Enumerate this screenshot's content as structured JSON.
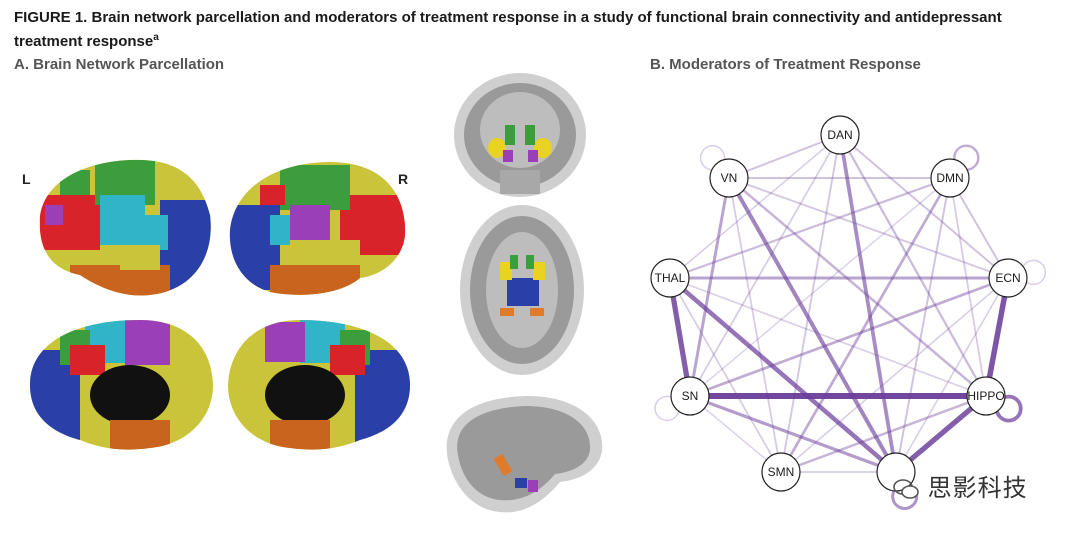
{
  "figure": {
    "title_line1": "FIGURE 1.  Brain network parcellation and moderators of treatment response in a study of functional brain connectivity and antidepressant",
    "title_line2": "treatment response",
    "title_superscript": "a"
  },
  "panel_a": {
    "label": "A. Brain Network Parcellation",
    "left_label": "L",
    "right_label": "R"
  },
  "panel_b": {
    "label": "B. Moderators of Treatment Response"
  },
  "network_colors": {
    "network_a": "#2b3fa8",
    "network_b": "#c9c43a",
    "network_c": "#d8232a",
    "network_d": "#2fb4c8",
    "network_e": "#9b3fb8",
    "network_f": "#3c9d3c",
    "network_g": "#c8641e"
  },
  "graph": {
    "nodes": [
      {
        "id": "DAN",
        "label": "DAN"
      },
      {
        "id": "DMN",
        "label": "DMN"
      },
      {
        "id": "ECN",
        "label": "ECN"
      },
      {
        "id": "HIPPO",
        "label": "HIPPO"
      },
      {
        "id": "AMY",
        "label": ""
      },
      {
        "id": "SMN",
        "label": "SMN"
      },
      {
        "id": "SN",
        "label": "SN"
      },
      {
        "id": "THAL",
        "label": "THAL"
      },
      {
        "id": "VN",
        "label": "VN"
      }
    ],
    "edge_color": "#6a3d9a",
    "edges": [
      {
        "source": "SN",
        "target": "HIPPO",
        "weight": 1.0
      },
      {
        "source": "ECN",
        "target": "HIPPO",
        "weight": 0.9
      },
      {
        "source": "THAL",
        "target": "SN",
        "weight": 0.85
      },
      {
        "source": "HIPPO",
        "target": "AMY",
        "weight": 0.85
      },
      {
        "source": "THAL",
        "target": "AMY",
        "weight": 0.7
      },
      {
        "source": "VN",
        "target": "AMY",
        "weight": 0.6
      },
      {
        "source": "DAN",
        "target": "AMY",
        "weight": 0.55
      },
      {
        "source": "SN",
        "target": "AMY",
        "weight": 0.45
      },
      {
        "source": "VN",
        "target": "SN",
        "weight": 0.4
      },
      {
        "source": "THAL",
        "target": "ECN",
        "weight": 0.4
      },
      {
        "source": "SN",
        "target": "ECN",
        "weight": 0.35
      },
      {
        "source": "DMN",
        "target": "SMN",
        "weight": 0.35
      },
      {
        "source": "SMN",
        "target": "HIPPO",
        "weight": 0.3
      },
      {
        "source": "VN",
        "target": "HIPPO",
        "weight": 0.3
      },
      {
        "source": "DMN",
        "target": "THAL",
        "weight": 0.25
      },
      {
        "source": "DAN",
        "target": "HIPPO",
        "weight": 0.25
      },
      {
        "source": "VN",
        "target": "DMN",
        "weight": 0.2
      },
      {
        "source": "VN",
        "target": "DAN",
        "weight": 0.2
      },
      {
        "source": "DAN",
        "target": "ECN",
        "weight": 0.2
      },
      {
        "source": "DMN",
        "target": "ECN",
        "weight": 0.2
      },
      {
        "source": "DMN",
        "target": "AMY",
        "weight": 0.2
      },
      {
        "source": "VN",
        "target": "ECN",
        "weight": 0.18
      },
      {
        "source": "DAN",
        "target": "SMN",
        "weight": 0.18
      },
      {
        "source": "DAN",
        "target": "SN",
        "weight": 0.15
      },
      {
        "source": "VN",
        "target": "SMN",
        "weight": 0.15
      },
      {
        "source": "THAL",
        "target": "SMN",
        "weight": 0.15
      },
      {
        "source": "SMN",
        "target": "AMY",
        "weight": 0.15
      },
      {
        "source": "DMN",
        "target": "HIPPO",
        "weight": 0.15
      },
      {
        "source": "DAN",
        "target": "THAL",
        "weight": 0.12
      },
      {
        "source": "ECN",
        "target": "AMY",
        "weight": 0.12
      },
      {
        "source": "ECN",
        "target": "SMN",
        "weight": 0.12
      },
      {
        "source": "THAL",
        "target": "HIPPO",
        "weight": 0.12
      },
      {
        "source": "DMN",
        "target": "SN",
        "weight": 0.1
      },
      {
        "source": "SN",
        "target": "SMN",
        "weight": 0.1
      }
    ],
    "self_loops": [
      {
        "node": "VN",
        "weight": 0.12
      },
      {
        "node": "DMN",
        "weight": 0.35
      },
      {
        "node": "ECN",
        "weight": 0.12
      },
      {
        "node": "HIPPO",
        "weight": 0.7
      },
      {
        "node": "AMY",
        "weight": 0.5
      },
      {
        "node": "SN",
        "weight": 0.12
      }
    ]
  },
  "watermark": {
    "text": "思影科技",
    "icon": "wechat-icon"
  }
}
